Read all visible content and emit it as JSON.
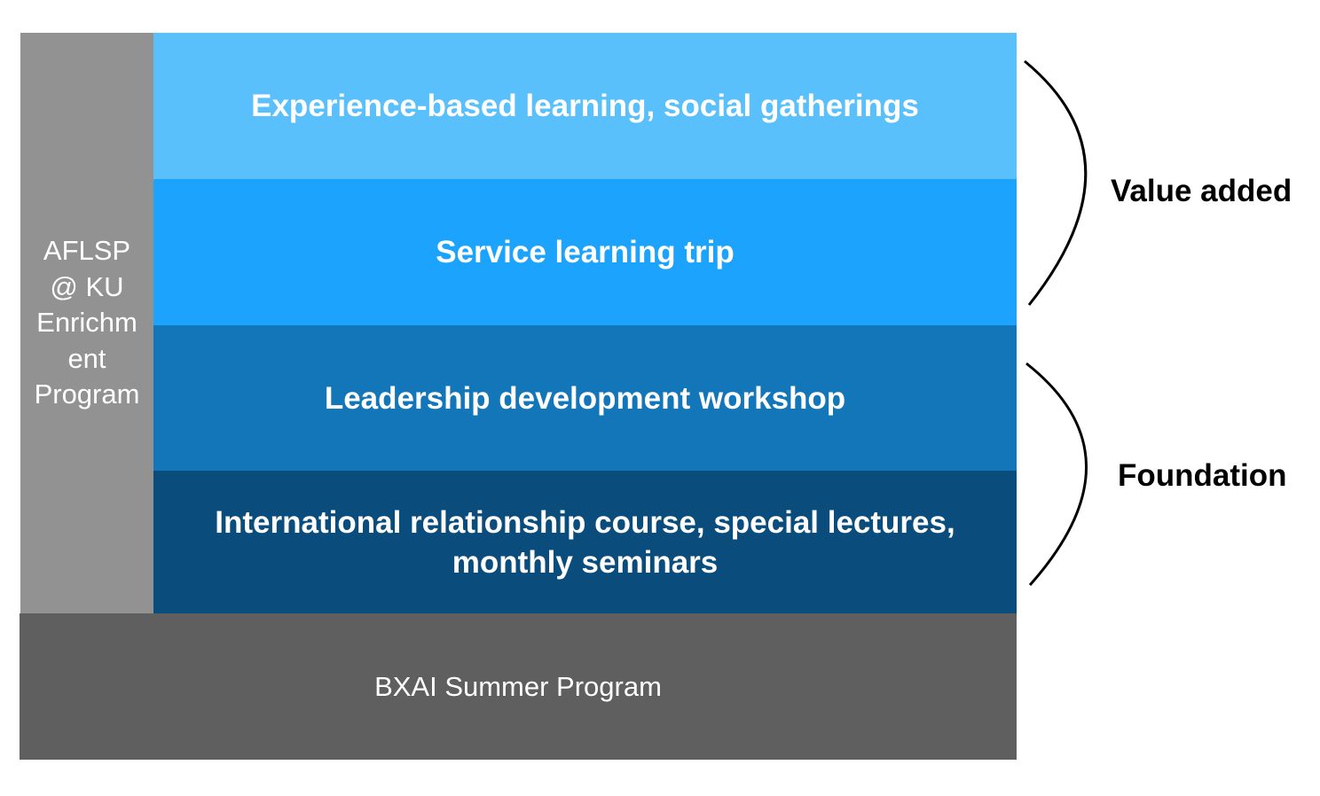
{
  "side_label": "AFLSP\n@ KU\nEnrichm\nent\nProgram",
  "layers": [
    {
      "label": "Experience-based learning, social gatherings",
      "color": "#5ac0fb"
    },
    {
      "label": "Service learning trip",
      "color": "#1ca3fd"
    },
    {
      "label": "Leadership development workshop",
      "color": "#1276b9"
    },
    {
      "label": "International relationship course, special lectures, monthly seminars",
      "color": "#0a4d7d"
    }
  ],
  "base_label": "BXAI Summer Program",
  "brackets": {
    "upper": {
      "label": "Value added"
    },
    "lower": {
      "label": "Foundation"
    }
  },
  "colors": {
    "side": "#929292",
    "base": "#5f5f5f"
  }
}
